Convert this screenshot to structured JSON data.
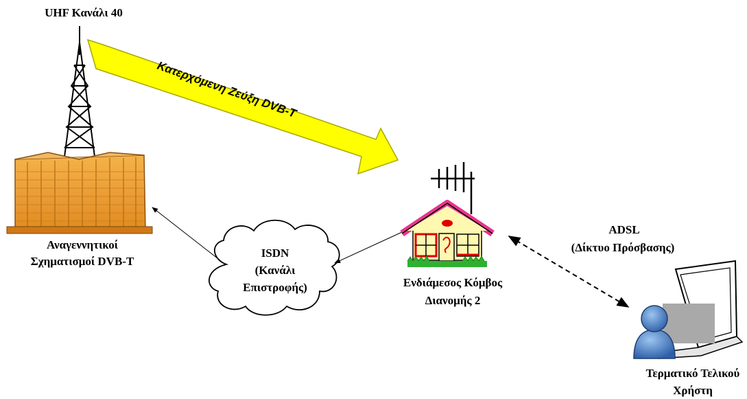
{
  "labels": {
    "uhf_channel": "UHF Κανάλι 40",
    "downlink": "Κατερχόμενη Ζεύξη DVB-T",
    "regenerative_line1": "Αναγεννητικοί",
    "regenerative_line2": "Σχηματισμοί DVB-T",
    "isdn_line1": "ISDN",
    "isdn_line2": "(Κανάλι",
    "isdn_line3": "Επιστροφής)",
    "node_line1": "Ενδιάμεσος Κόμβος",
    "node_line2": "Διανομής 2",
    "adsl_line1": "ADSL",
    "adsl_line2": "(Δίκτυο Πρόσβασης)",
    "terminal_line1": "Τερματικό Τελικού",
    "terminal_line2": "Χρήστη"
  },
  "colors": {
    "arrow_fill": "#ffff00",
    "arrow_stroke": "#a0a000",
    "building": "#f0a030",
    "roof": "#e8348c",
    "house_wall": "#fff8b0",
    "house_trim": "#e00000",
    "grass": "#30b030",
    "person": "#4a80c8"
  },
  "icons": [
    "tower-icon",
    "building-icon",
    "cloud-icon",
    "house-icon",
    "antenna-icon",
    "laptop-icon",
    "user-icon"
  ]
}
